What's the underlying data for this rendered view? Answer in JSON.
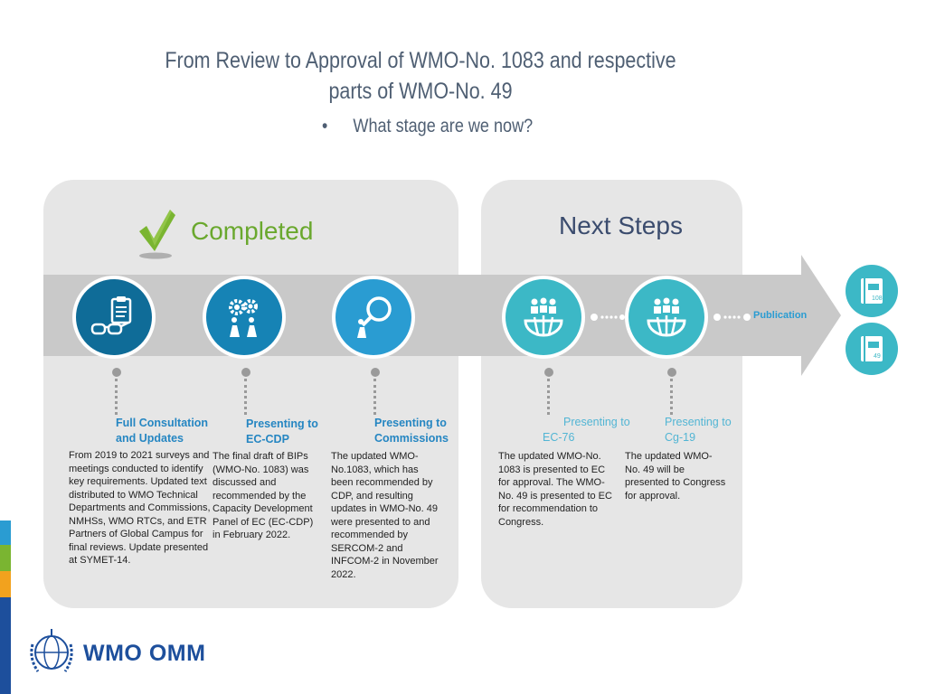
{
  "slide": {
    "title_line1": "From Review to Approval of WMO-No. 1083 and respective",
    "title_line2": "parts of WMO-No. 49",
    "bullet_symbol": "•",
    "bullet_text": "What stage are we now?"
  },
  "completed": {
    "label": "Completed",
    "stages": [
      {
        "heading_line1": "Full Consultation",
        "heading_line2": "and Updates",
        "icon": "clipboard-glasses-icon",
        "description": "From 2019 to 2021 surveys and meetings conducted to identify key requirements. Updated text distributed to WMO Technical Departments and Commissions, NMHSs, WMO RTCs, and ETR Partners of Global Campus  for final reviews. Update presented at SYMET-14."
      },
      {
        "heading_line1": "Presenting to",
        "heading_line2": "EC-CDP",
        "icon": "gears-people-icon",
        "description": "The final draft of BIPs (WMO-No. 1083) was discussed and recommended by the Capacity Development Panel of EC (EC-CDP) in February 2022."
      },
      {
        "heading_line1": "Presenting to",
        "heading_line2": "Commissions",
        "icon": "magnifier-person-icon",
        "description": "The updated WMO-No.1083, which has been recommended by CDP, and resulting updates in WMO-No. 49 were presented to and recommended by SERCOM-2 and INFCOM-2 in November 2022."
      }
    ]
  },
  "next_steps": {
    "label": "Next Steps",
    "stages": [
      {
        "heading_line1": "Presenting to",
        "heading_line2": "EC-76",
        "icon": "globe-people-icon",
        "description": "The updated WMO-No. 1083 is presented to EC for approval. The WMO-No. 49 is presented to EC for recommendation to Congress."
      },
      {
        "heading_line1": "Presenting to",
        "heading_line2": "Cg-19",
        "icon": "globe-people-icon",
        "description": "The updated WMO-No. 49 will be presented to Congress for approval."
      }
    ],
    "publication_label": "Publication"
  },
  "publications": [
    {
      "number": "1083",
      "icon": "book-icon"
    },
    {
      "number": "49",
      "icon": "book-icon"
    }
  ],
  "logo": {
    "text": "WMO OMM"
  },
  "colors": {
    "title": "#4f5f73",
    "completed": "#6aa82e",
    "next_steps": "#3b4c6e",
    "heading_blue": "#2586c2",
    "heading_light": "#52b5d4",
    "teal": "#3cb8c6",
    "panel": "#e6e6e6",
    "arrow": "#c9c9c9"
  }
}
